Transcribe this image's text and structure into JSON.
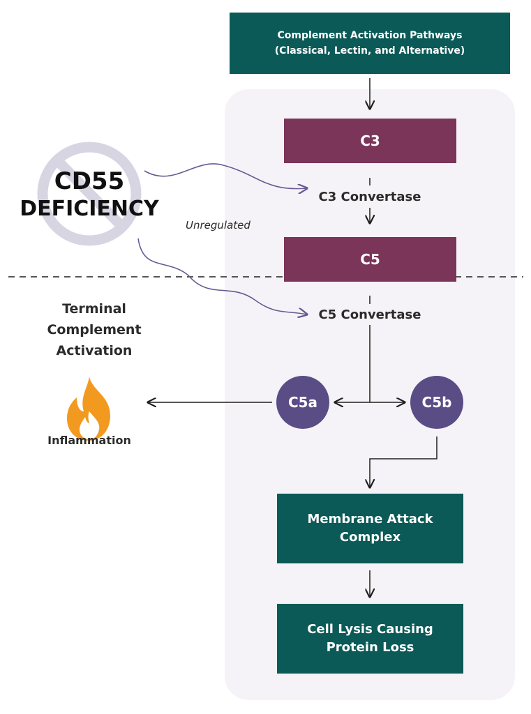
{
  "top_box": {
    "line1": "Complement Activation Pathways",
    "line2": "(Classical, Lectin, and Alternative)"
  },
  "nodes": {
    "c3": "C3",
    "c3_convertase": "C3 Convertase",
    "c5": "C5",
    "c5_convertase": "C5 Convertase",
    "c5a": "C5a",
    "c5b": "C5b",
    "mac": {
      "line1": "Membrane Attack",
      "line2": "Complex"
    },
    "lysis": {
      "line1": "Cell Lysis Causing",
      "line2": "Protein Loss"
    }
  },
  "deficiency": {
    "line1": "CD55",
    "line2": "DEFICIENCY"
  },
  "unregulated_label": "Unregulated",
  "terminal_label": {
    "line1": "Terminal",
    "line2": "Complement",
    "line3": "Activation"
  },
  "inflammation_label": "Inflammation",
  "icons": {
    "prohibition": "no-symbol-icon",
    "flame": "flame-icon"
  },
  "colors": {
    "teal": "#0b5a57",
    "plum": "#7a3558",
    "violet": "#5a4d86",
    "wavy": "#6a5a93",
    "prohibition": "#d8d5e2",
    "flame_outer": "#f29a1f",
    "flame_inner": "#f7b347",
    "panel": "#f5f3f7"
  }
}
